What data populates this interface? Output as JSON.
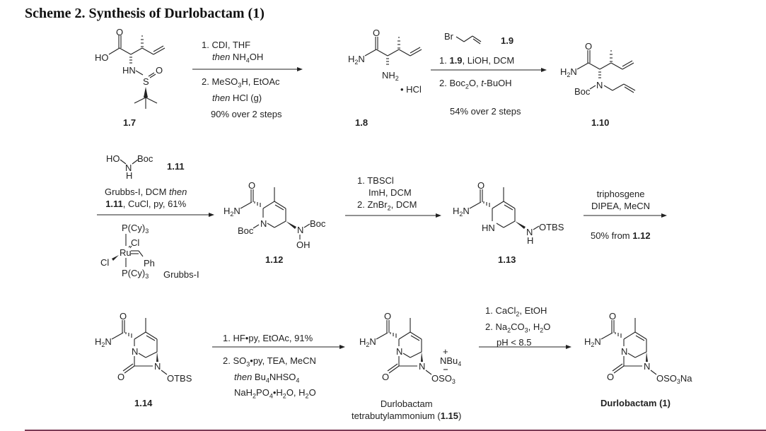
{
  "title": "Scheme 2. Synthesis of Durlobactam (1)",
  "compounds": {
    "c1_7": {
      "label": "1.7"
    },
    "c1_8": {
      "label": "1.8",
      "salt": "• HCl"
    },
    "c1_9": {
      "label": "1.9"
    },
    "c1_10": {
      "label": "1.10"
    },
    "c1_11": {
      "label": "1.11"
    },
    "c1_12": {
      "label": "1.12"
    },
    "c1_13": {
      "label": "1.13"
    },
    "c1_14": {
      "label": "1.14"
    },
    "c1_15": {
      "name": "Durlobactam",
      "name2": "tetrabutylammonium (",
      "label": "1.15",
      "close": ")"
    },
    "c1": {
      "label": "Durlobactam (1)"
    },
    "grubbs": {
      "label": "Grubbs-I"
    }
  },
  "steps": {
    "s1": {
      "line1": "1. CDI, THF",
      "line2_i": "then",
      "line2": " NH4OH",
      "line3": "2. MeSO3H, EtOAc",
      "line4_i": "then",
      "line4": " HCl (g)",
      "yield": "90% over 2 steps"
    },
    "s2": {
      "line1_a": "1. ",
      "line1_b": "1.9",
      "line1_c": ", LiOH, DCM",
      "line2": "2. Boc2O, t-BuOH",
      "yield": "54% over 2 steps"
    },
    "s3": {
      "line1_a": "Grubbs-I, DCM ",
      "line1_i": "then",
      "line2_b": "1.11",
      "line2_c": ", CuCl, py, 61%"
    },
    "s4": {
      "line1": "1. TBSCl",
      "line2": "ImH, DCM",
      "line3": "2. ZnBr2, DCM"
    },
    "s5": {
      "line1": "triphosgene",
      "line2": "DIPEA, MeCN",
      "yield_a": "50% from ",
      "yield_b": "1.12"
    },
    "s6": {
      "line1": "1. HF•py, EtOAc, 91%",
      "line2": "2. SO3•py, TEA, MeCN",
      "line3_i": "then",
      "line3": " Bu4NHSO4",
      "line4": "NaH2PO4•H2O, H2O"
    },
    "s7": {
      "line1": "1. CaCl2, EtOH",
      "line2": "2. Na2CO3, H2O",
      "line3": "pH < 8.5"
    }
  },
  "atoms": {
    "HO": "HO",
    "O": "O",
    "HN": "HN",
    "S": "S",
    "H2N": "H2N",
    "NH2": "NH2",
    "N": "N",
    "Boc": "Boc",
    "Br": "Br",
    "OH": "OH",
    "H": "H",
    "OTBS": "OTBS",
    "NBu4": "NBu4",
    "OSO3": "OSO3",
    "OSO3Na": "OSO3Na",
    "PCy3": "P(Cy)3",
    "Cl": "Cl",
    "Ru": "Ru",
    "Ph": "Ph"
  }
}
